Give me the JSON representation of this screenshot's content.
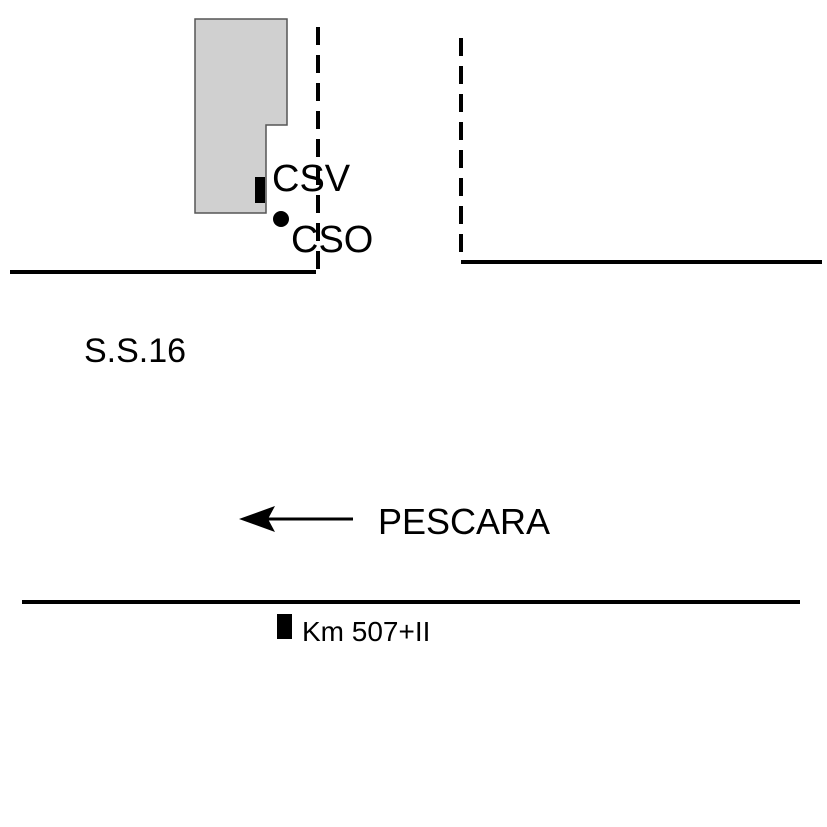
{
  "map": {
    "labels": {
      "csv": "CSV",
      "cso": "CSO",
      "road": "S.S.16",
      "direction": "PESCARA",
      "km": "Km 507+II"
    },
    "colors": {
      "line": "#000000",
      "building_fill": "#d0d0d0",
      "building_stroke": "#555555",
      "background": "#ffffff"
    },
    "icons": {
      "csv_marker": "black-rectangle-marker",
      "cso_marker": "black-dot-marker",
      "km_marker": "black-rectangle-marker",
      "direction": "left-arrow"
    }
  }
}
